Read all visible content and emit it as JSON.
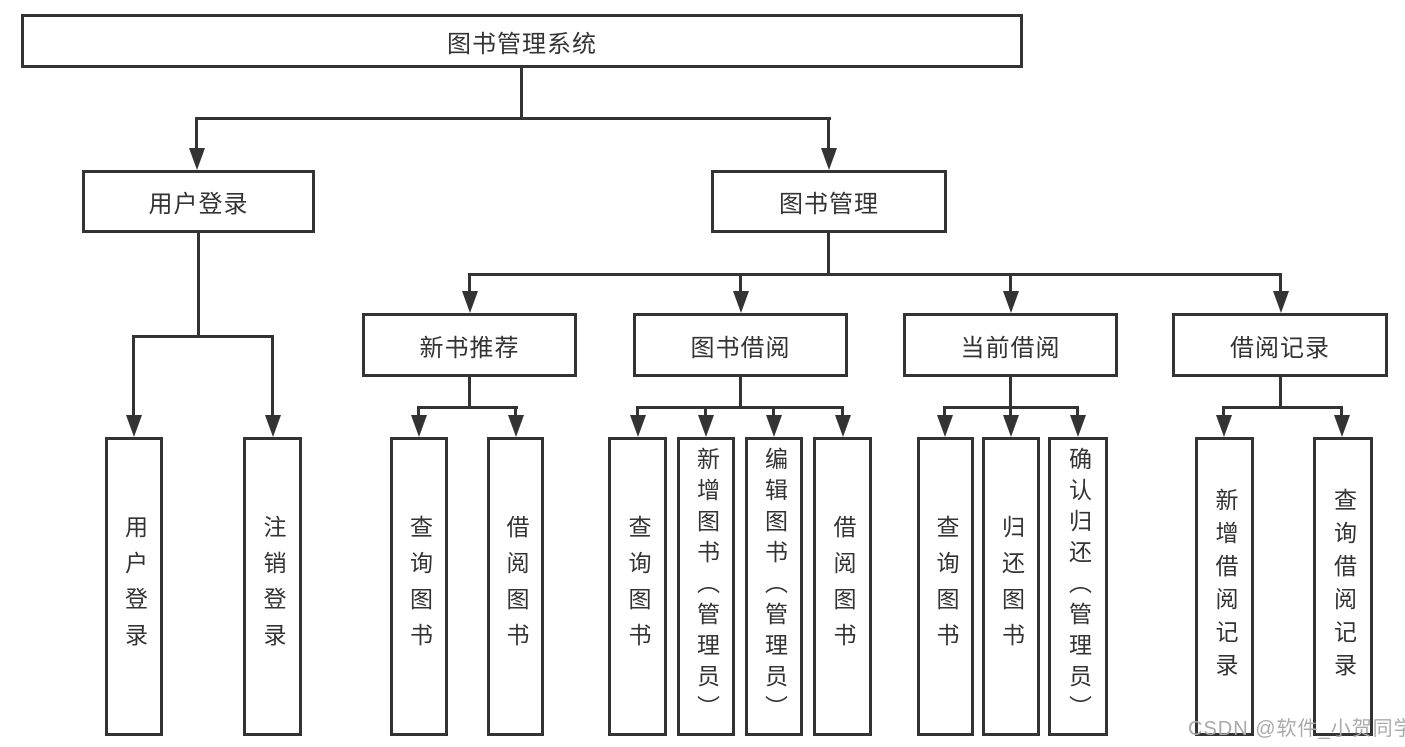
{
  "colors": {
    "line": "#333333",
    "text": "#333333",
    "background": "#ffffff",
    "watermark": "#aaaaaa"
  },
  "watermark": "CSDN @软件_小贺同学",
  "tree": {
    "label": "图书管理系统",
    "children": [
      {
        "label": "用户登录",
        "children": [
          {
            "label": "用户登录"
          },
          {
            "label": "注销登录"
          }
        ]
      },
      {
        "label": "图书管理",
        "children": [
          {
            "label": "新书推荐",
            "children": [
              {
                "label": "查询图书"
              },
              {
                "label": "借阅图书"
              }
            ]
          },
          {
            "label": "图书借阅",
            "children": [
              {
                "label": "查询图书"
              },
              {
                "label": "新增图书（管理员）"
              },
              {
                "label": "编辑图书（管理员）"
              },
              {
                "label": "借阅图书"
              }
            ]
          },
          {
            "label": "当前借阅",
            "children": [
              {
                "label": "查询图书"
              },
              {
                "label": "归还图书"
              },
              {
                "label": "确认归还（管理员）"
              }
            ]
          },
          {
            "label": "借阅记录",
            "children": [
              {
                "label": "新增借阅记录"
              },
              {
                "label": "查询借阅记录"
              }
            ]
          }
        ]
      }
    ]
  }
}
